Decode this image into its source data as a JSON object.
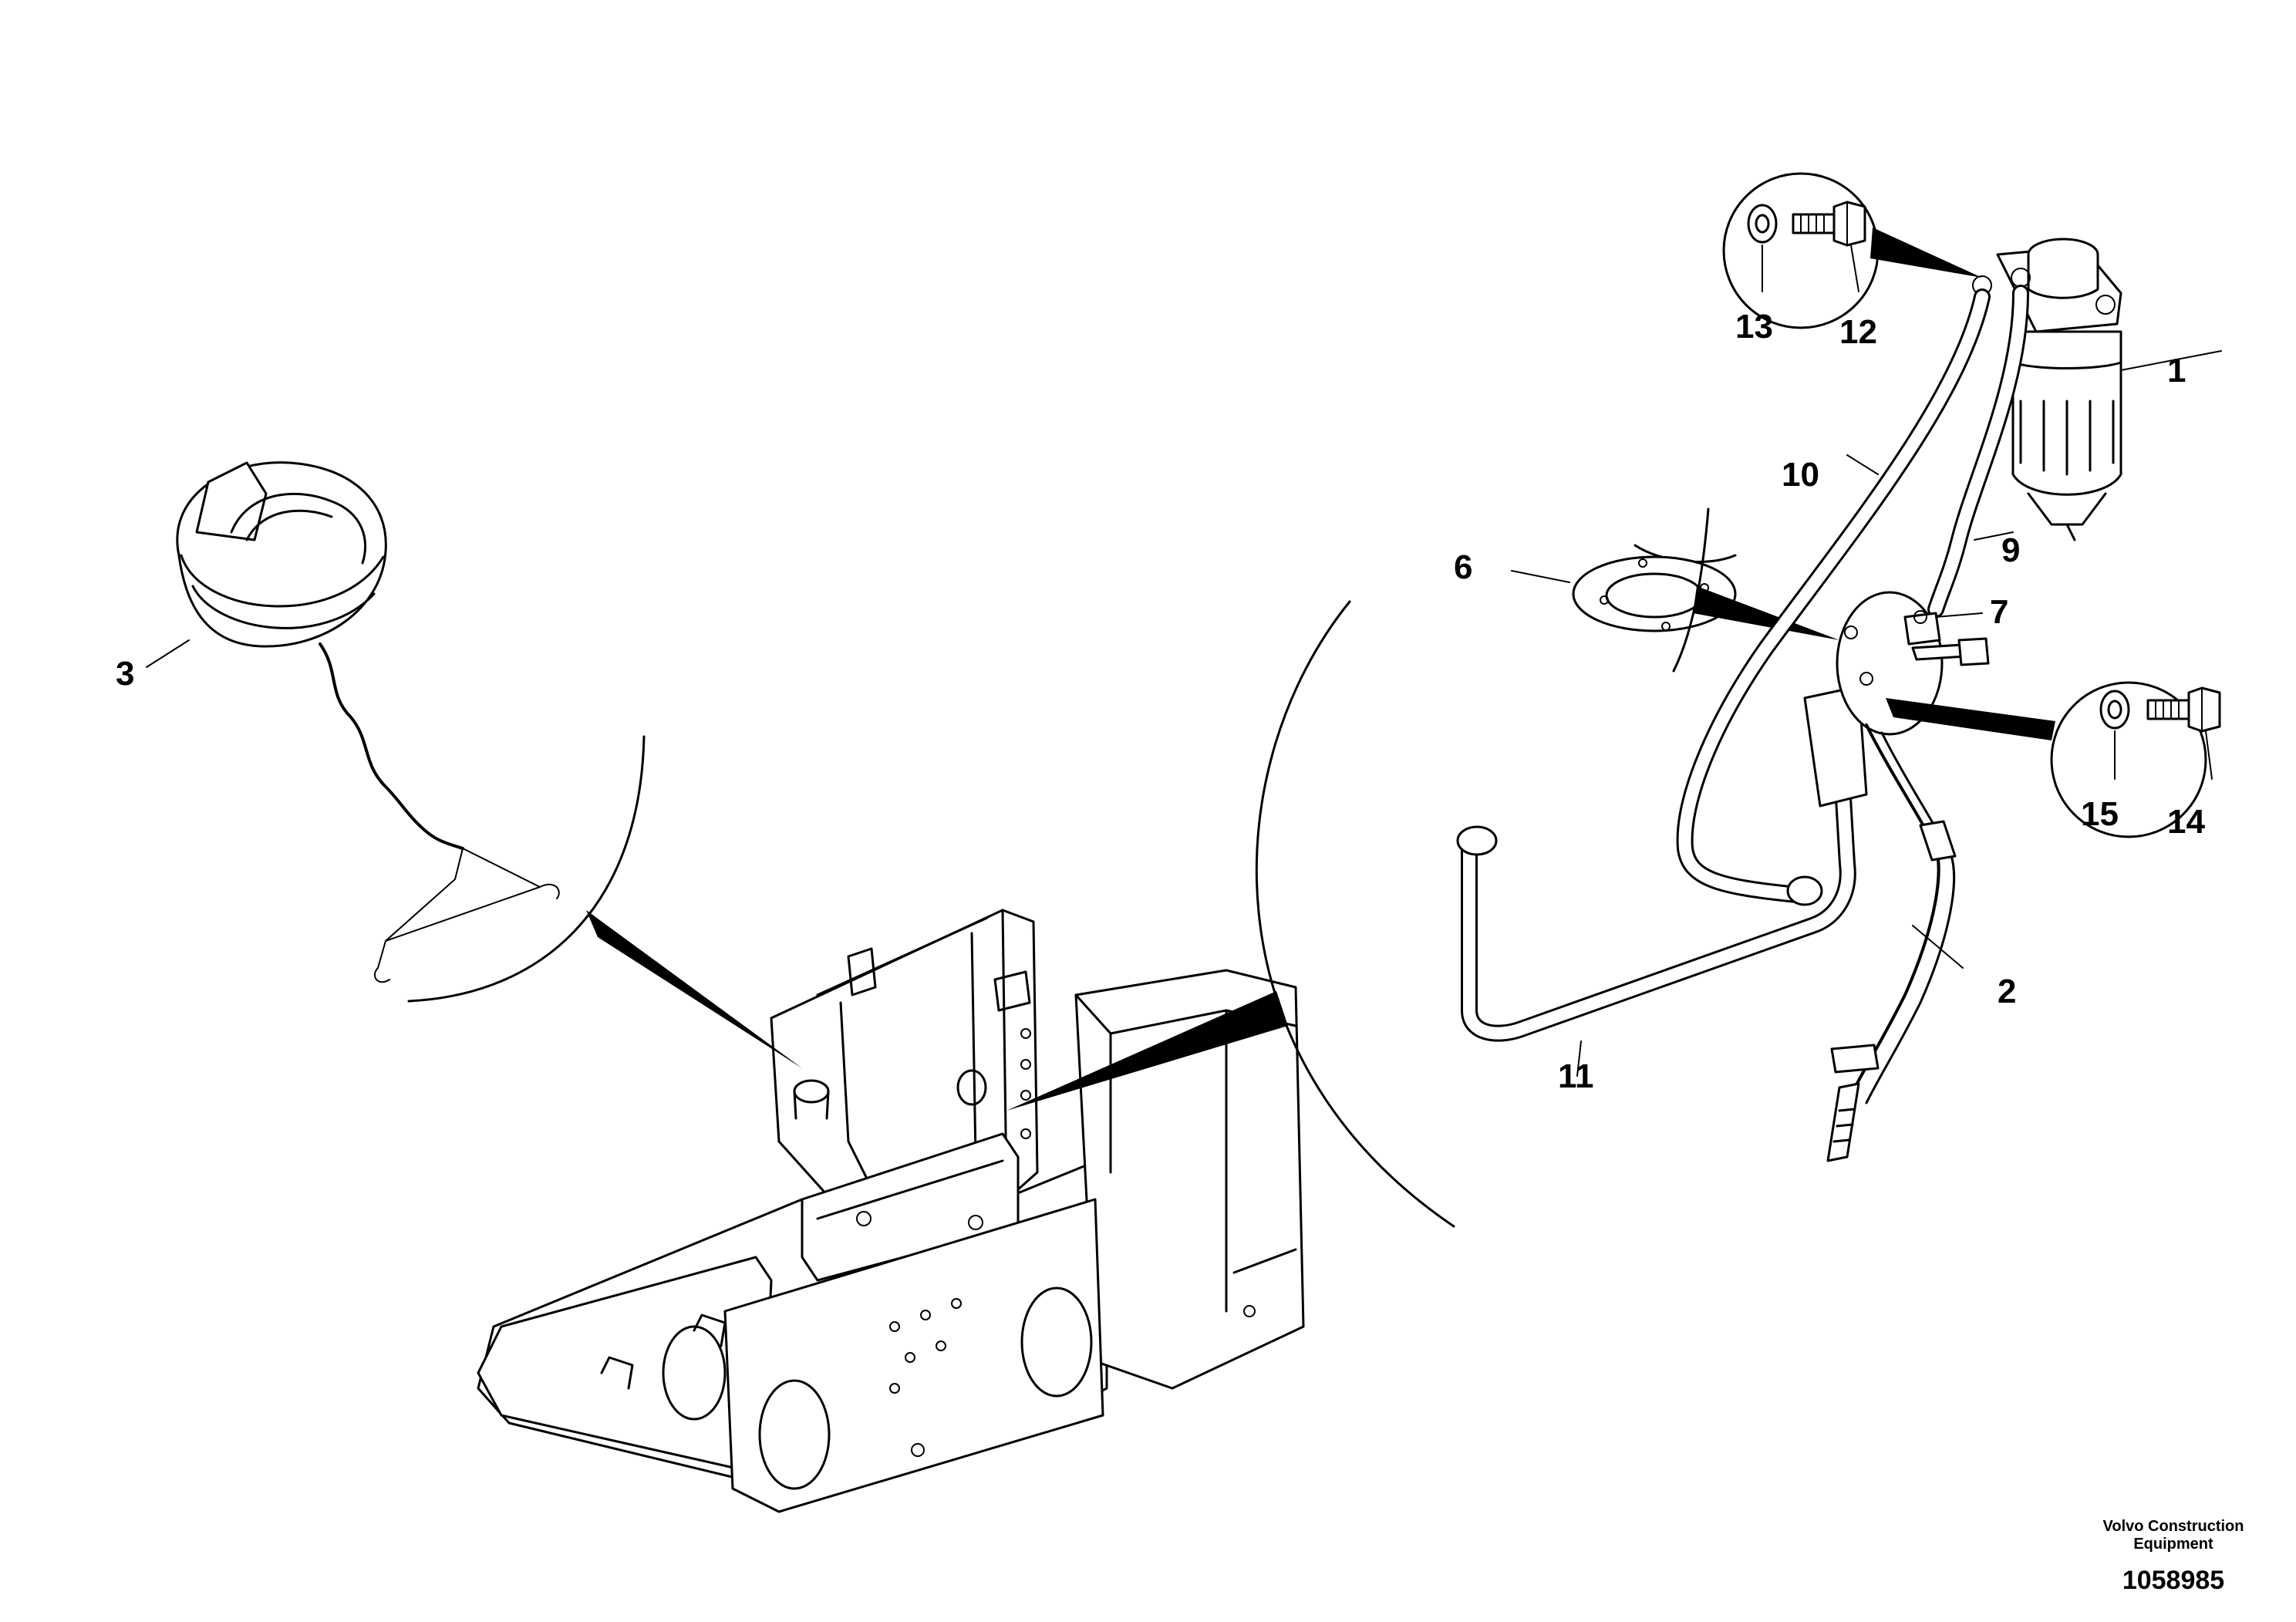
{
  "callouts": {
    "c1": "1",
    "c2": "2",
    "c3": "3",
    "c6": "6",
    "c7": "7",
    "c9": "9",
    "c10": "10",
    "c11": "11",
    "c12": "12",
    "c13": "13",
    "c14": "14",
    "c15": "15"
  },
  "footer": {
    "credit_line1": "Volvo Construction",
    "credit_line2": "Equipment",
    "document_number": "1058985"
  }
}
